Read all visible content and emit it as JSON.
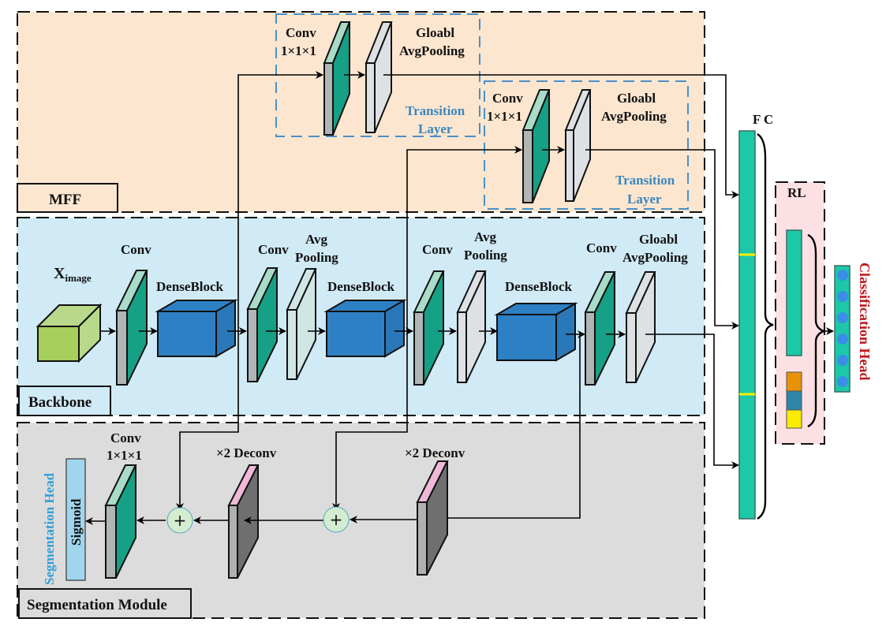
{
  "modules": {
    "mff": {
      "label": "MFF",
      "color": "#fde6cf"
    },
    "backbone": {
      "label": "Backbone",
      "color": "#d0eaf6"
    },
    "segmentation": {
      "label": "Segmentation Module",
      "color": "#dcdcdc"
    },
    "rl": {
      "label": "RL",
      "color": "#fde0e4"
    }
  },
  "transition_layers": [
    {
      "conv_label_1": "Conv",
      "conv_label_2": "1×1×1",
      "pool_label_1": "Gloabl",
      "pool_label_2": "AvgPooling",
      "title_1": "Transition",
      "title_2": "Layer"
    },
    {
      "conv_label_1": "Conv",
      "conv_label_2": "1×1×1",
      "pool_label_1": "Gloabl",
      "pool_label_2": "AvgPooling",
      "title_1": "Transition",
      "title_2": "Layer"
    }
  ],
  "backbone": {
    "input_label": "X",
    "input_subscript": "image",
    "conv1": "Conv",
    "dense1": "DenseBlock",
    "conv2": "Conv",
    "pool2_1": "Avg",
    "pool2_2": "Pooling",
    "dense2": "DenseBlock",
    "conv3": "Conv",
    "pool3_1": "Avg",
    "pool3_2": "Pooling",
    "dense3": "DenseBlock",
    "conv4": "Conv",
    "gap_1": "Gloabl",
    "gap_2": "AvgPooling"
  },
  "segmentation": {
    "head_label": "Segmentation Head",
    "sigmoid": "Sigmoid",
    "conv_1": "Conv",
    "conv_2": "1×1×1",
    "deconv1": "×2 Deconv",
    "deconv2": "×2 Deconv",
    "add_symbol": "+"
  },
  "head": {
    "fc_label": "F C",
    "classification_label": "Classification Head"
  },
  "colors": {
    "conv_front": "#16a085",
    "conv_side": "#b0b5b5",
    "conv_top": "#a8dcc8",
    "pool_face": "#dde1e3",
    "dense_front": "#2e80c4",
    "input_cube": "#a6cf5b",
    "deconv_front": "#6f6f6f",
    "deconv_top": "#f0b8d8",
    "fc_bar": "#1cc8a8",
    "fc_marker": "#f4f000",
    "sigmoid_fill": "#9fd6ee",
    "add_circle": "#d4ecd0",
    "cls_dot": "#3a8ee6",
    "rl_orange": "#e8920a",
    "rl_teal": "#2e86a8",
    "rl_yellow": "#f8ec00"
  }
}
